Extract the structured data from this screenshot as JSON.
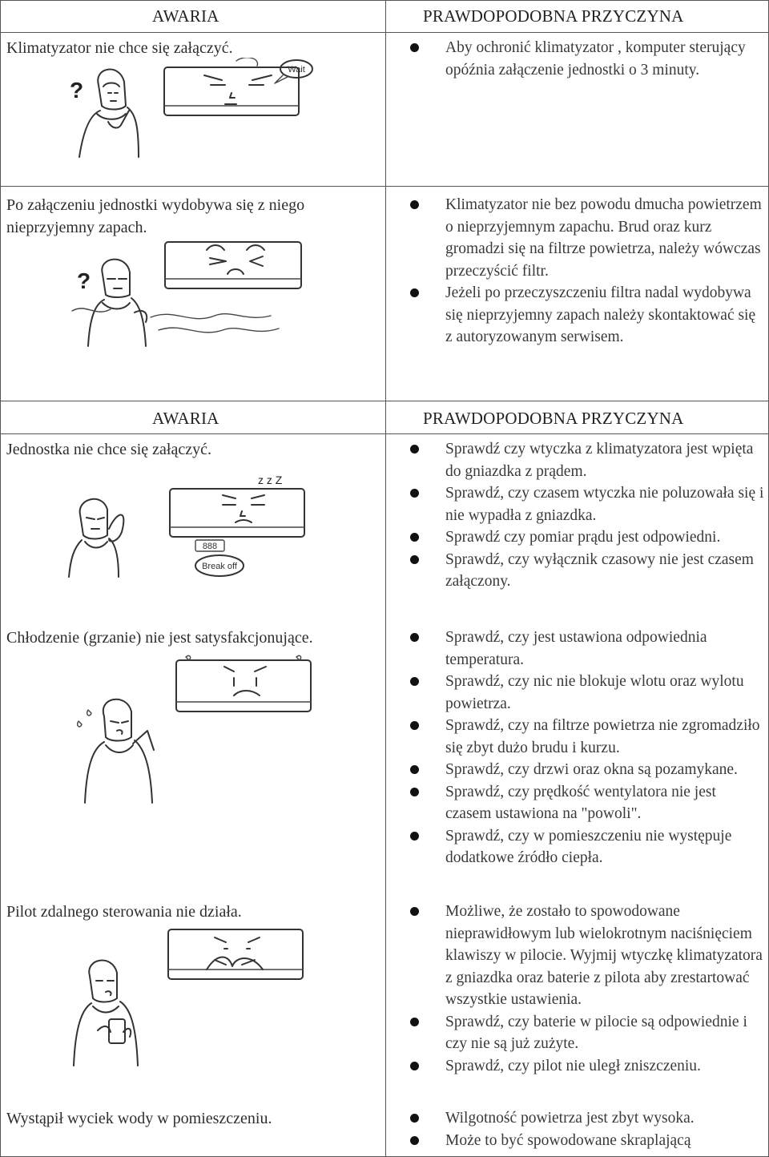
{
  "sections": [
    {
      "fault_header": "AWARIA",
      "cause_header": "PRAWDOPODOBNA PRZYCZYNA",
      "rows": [
        {
          "fault": "Klimatyzator nie chce się załączyć.",
          "causes": [
            "Aby ochronić klimatyzator , komputer sterujący opóźnia załączenie jednostki o 3 minuty."
          ],
          "illustration": {
            "icon": "waiting-woman-ac-unit-icon",
            "bubble": "Wait"
          }
        },
        {
          "fault": "Po załączeniu jednostki wydobywa się z niego nieprzyjemny zapach.",
          "causes": [
            "Klimatyzator nie bez powodu dmucha powietrzem o nieprzyjemnym zapachu. Brud oraz kurz gromadzi się na filtrze powietrza, należy wówczas przeczyścić filtr.",
            "Jeżeli po przeczyszczeniu filtra nadal wydobywa się nieprzyjemny zapach należy skontaktować się z autoryzowanym serwisem."
          ],
          "illustration": {
            "icon": "smelly-air-ac-unit-icon"
          }
        }
      ]
    },
    {
      "fault_header": "AWARIA",
      "cause_header": "PRAWDOPODOBNA PRZYCZYNA",
      "rows": [
        {
          "fault": "Jednostka nie chce się załączyć.",
          "causes": [
            "Sprawdź czy wtyczka z klimatyzatora jest wpięta do gniazdka z prądem.",
            "Sprawdź, czy czasem wtyczka nie poluzowała się i nie wypadła z gniazdka.",
            "Sprawdź czy pomiar prądu jest odpowiedni.",
            "Sprawdź, czy wyłącznik czasowy nie jest czasem załączony."
          ],
          "illustration": {
            "icon": "sleeping-ac-unit-icon",
            "sleep": "z z Z",
            "display": "888",
            "bubble": "Break off"
          }
        },
        {
          "fault": "Chłodzenie (grzanie) nie jest satysfakcjonujące.",
          "causes": [
            "Sprawdź, czy jest ustawiona odpowiednia temperatura.",
            "Sprawdź, czy nic nie blokuje wlotu oraz wylotu powietrza.",
            "Sprawdź, czy na filtrze powietrza nie zgromadziło się zbyt dużo brudu i kurzu.",
            "Sprawdź, czy drzwi oraz okna są pozamykane.",
            "Sprawdź, czy prędkość wentylatora nie jest czasem ustawiona na \"powoli\".",
            "Sprawdź, czy w pomieszczeniu nie występuje dodatkowe źródło ciepła."
          ],
          "illustration": {
            "icon": "sweating-man-ac-unit-icon"
          }
        },
        {
          "fault": "Pilot zdalnego sterowania nie działa.",
          "causes": [
            "Możliwe, że zostało to spowodowane nieprawidłowym lub wielokrotnym naciśnięciem klawiszy w pilocie. Wyjmij wtyczkę klimatyzatora z gniazdka oraz baterie z pilota aby zrestartować wszystkie ustawienia.",
            "Sprawdź, czy baterie w pilocie są odpowiednie i czy nie są już zużyte.",
            "Sprawdź, czy pilot nie uległ zniszczeniu."
          ],
          "illustration": {
            "icon": "remote-control-ac-unit-icon"
          }
        },
        {
          "fault": "Wystąpił wyciek wody w pomieszczeniu.",
          "causes": [
            "Wilgotność powietrza jest zbyt wysoka.",
            "Może to być spowodowane skraplającą"
          ],
          "illustration": null
        }
      ]
    }
  ]
}
